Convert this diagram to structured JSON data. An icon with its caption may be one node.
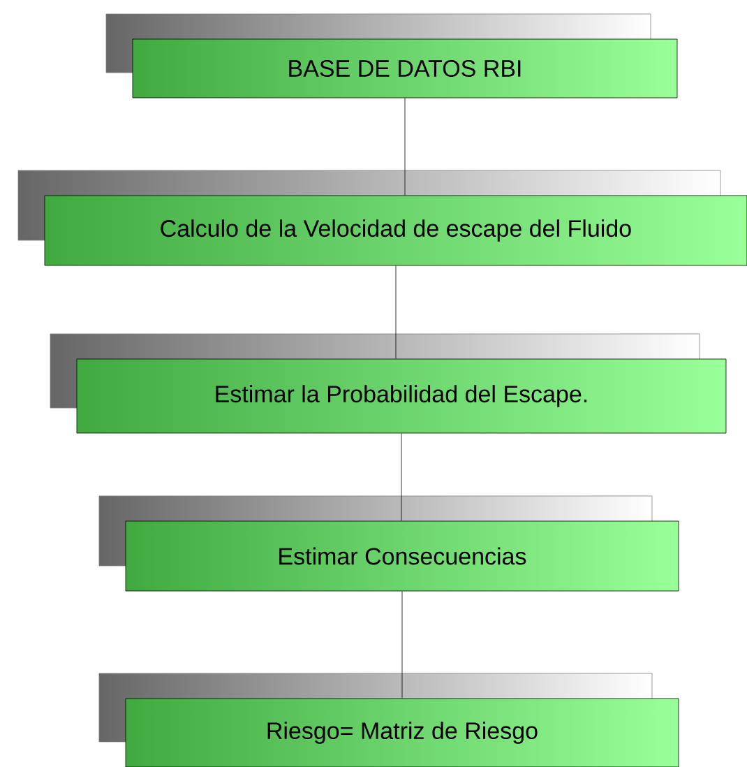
{
  "diagram": {
    "nodes": [
      {
        "text": [
          "BASE DE DATOS RBI"
        ]
      },
      {
        "text": [
          "Calculo de la Velocidad de escape del Fluido"
        ]
      },
      {
        "text": [
          "Estimar la Probabilidad del Escape."
        ]
      },
      {
        "text": [
          "Estimar Consecuencias"
        ]
      },
      {
        "text": [
          "Riesgo= Matriz de Riesgo"
        ]
      }
    ],
    "edges": [
      {
        "from": 0,
        "to": 1,
        "arrow": "none"
      },
      {
        "from": 1,
        "to": 2,
        "arrow": "none"
      },
      {
        "from": 2,
        "to": 3,
        "arrow": "none"
      },
      {
        "from": 3,
        "to": 4,
        "arrow": "none"
      }
    ]
  }
}
